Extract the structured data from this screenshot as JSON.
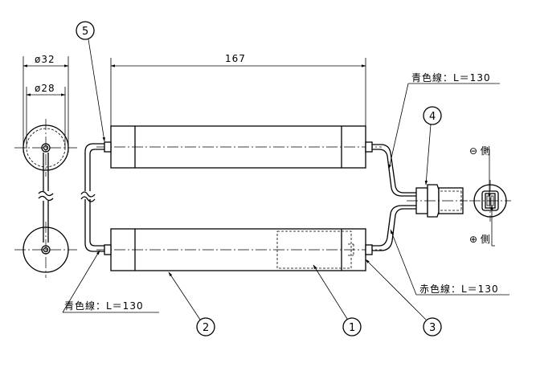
{
  "dimensions": {
    "outer_diameter": "ø32",
    "inner_diameter": "ø28",
    "length": "167"
  },
  "wires": {
    "blue_top": "青色線：L＝130",
    "blue_bottom": "青色線：L＝130",
    "red": "赤色線：L＝130"
  },
  "polarity": {
    "negative": "⊖ 側",
    "positive": "⊕ 側"
  },
  "callouts": [
    "1",
    "2",
    "3",
    "4",
    "5"
  ]
}
